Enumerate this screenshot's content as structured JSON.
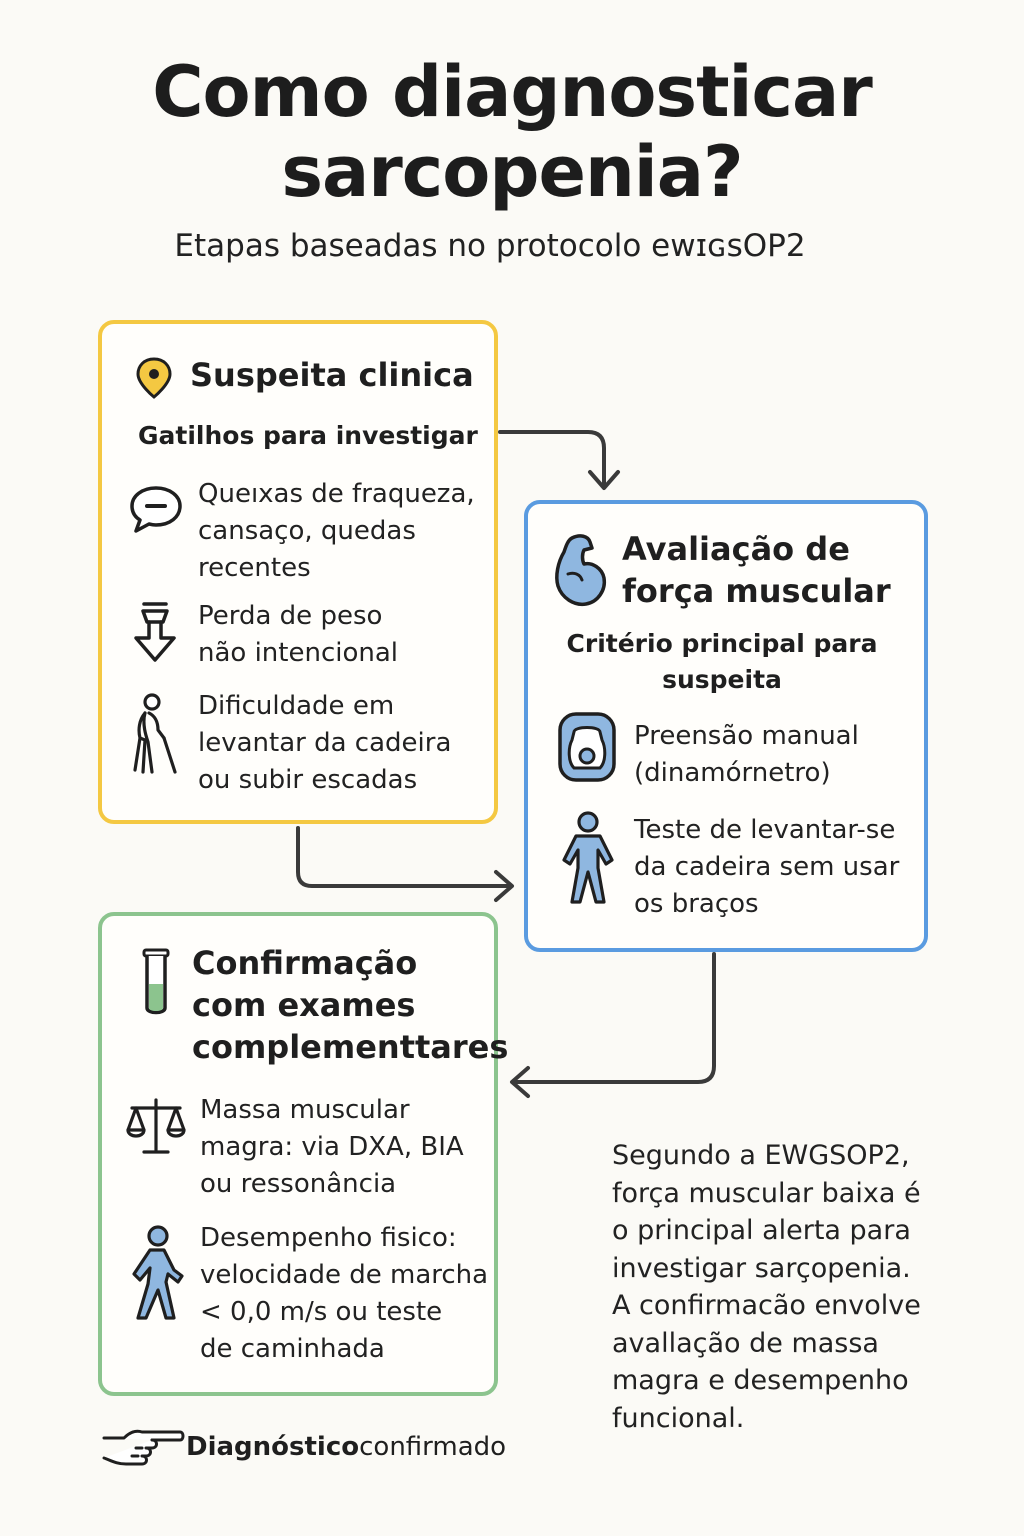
{
  "title": {
    "line1": "Como diagnosticar",
    "line2": "sarcopenia?"
  },
  "subtitle": "Etapas baseadas no protocolo eᴡɪɢsOP2",
  "step1": {
    "title": "Suspeita clinica",
    "subtitle": "Gatilhos para investigar",
    "items": [
      {
        "icon": "speech-bubble-icon",
        "text": "Queıxas de fraqueza,\ncansaço, quedas\nrecentes"
      },
      {
        "icon": "weight-down-arrow-icon",
        "text": "Perda de peso\nnão intencional"
      },
      {
        "icon": "elderly-person-cane-icon",
        "text": "Dificuldade em\nlevantar da cadeira\nou subir escadas"
      }
    ]
  },
  "step2": {
    "title": "Avaliação de\nforça muscular",
    "subtitle": "Critério principal para\nsuspeita",
    "items": [
      {
        "icon": "hand-dynamometer-icon",
        "text": "Preensão manual\n(dinamórnetro)"
      },
      {
        "icon": "standing-person-icon",
        "text": "Teste de levantar-se\nda cadeira sem usar\nos braços"
      }
    ]
  },
  "step3": {
    "title": "Confirmação\ncom exames\ncomplementtares",
    "items": [
      {
        "icon": "balance-scale-icon",
        "text": "Massa muscular\nmagra: via DXA, BIA\nou ressonância"
      },
      {
        "icon": "walking-person-icon",
        "text": "Desempenho fisico:\nvelocidade de marcha\n< 0,0 m/s ou teste\nde caminhada"
      }
    ]
  },
  "note": "Segundo a EWGSOP2,\nforça muscular baixa é\no principal alerta para\ninvestigar sarçopenia.\nA confirmacão envolve\navallação de massa\nmagra e desempenho\nfuncional.",
  "final": {
    "bold": "Diagnóstico",
    "rest": " confirmado",
    "icon": "pointing-hand-icon"
  },
  "colors": {
    "yellow": "#f4c842",
    "blue": "#5a9be0",
    "green": "#8cc48e",
    "icon_blue": "#8fb7e0"
  }
}
